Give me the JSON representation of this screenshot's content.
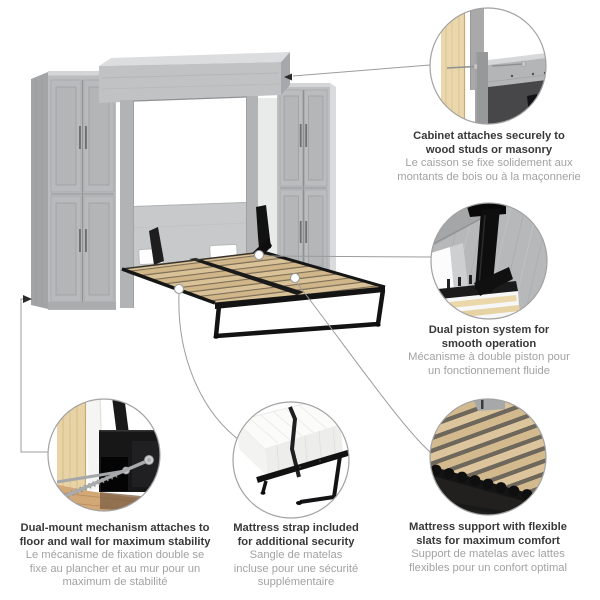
{
  "figure": {
    "type": "product-feature-infographic",
    "background": "#ffffff",
    "subject": "wall-bed-with-two-cabinets-open"
  },
  "callouts": [
    {
      "id": "cabinet-attachment",
      "en": [
        "Cabinet attaches securely to",
        "wood studs or masonry"
      ],
      "fr": [
        "Le caisson se fixe solidement aux",
        "montants de bois ou à la maçonnerie"
      ]
    },
    {
      "id": "dual-piston",
      "en": [
        "Dual piston system for",
        "smooth operation"
      ],
      "fr": [
        "Mécanisme à double piston pour",
        "un fonctionnement fluide"
      ]
    },
    {
      "id": "dual-mount",
      "en": [
        "Dual-mount mechanism attaches to",
        "floor and wall for maximum stability"
      ],
      "fr": [
        "Le mécanisme de fixation double se",
        "fixe au plancher et au mur pour un",
        "maximum de stabilité"
      ]
    },
    {
      "id": "mattress-strap",
      "en": [
        "Mattress strap included",
        "for additional security"
      ],
      "fr": [
        "Sangle de matelas",
        "incluse pour une sécurité",
        "supplémentaire"
      ]
    },
    {
      "id": "mattress-support",
      "en": [
        "Mattress support with flexible",
        "slats for maximum comfort"
      ],
      "fr": [
        "Support de matelas avec lattes",
        "flexibles pour un confort optimal"
      ]
    }
  ],
  "icons": {
    "callout_marker": "white-circle-marker",
    "arrow": "black-triangle-arrow"
  },
  "colors": {
    "cabinet_front": "#babcbe",
    "cabinet_side": "#a2a4a6",
    "cabinet_top": "#d4d5d6",
    "interior_wall": "#c7c9ca",
    "slat_wood": "#d8c094",
    "frame_black": "#161616",
    "stud_wood": "#ead7ab",
    "floor_wood": "#d2a877",
    "title_text": "#38383a",
    "subtitle_text": "#a2a2a4",
    "callout_line": "#9c9c9c"
  }
}
